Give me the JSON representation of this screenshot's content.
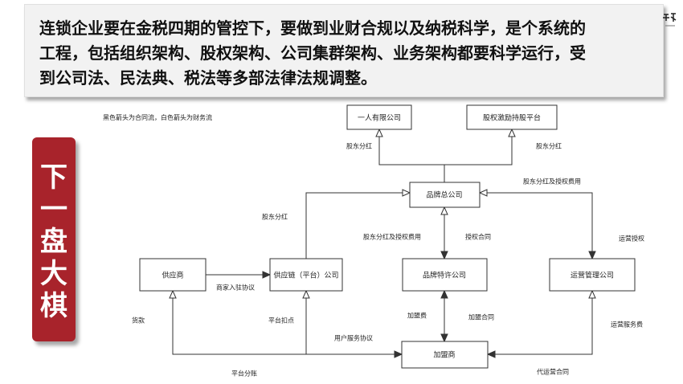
{
  "header": {
    "lines": [
      "连锁企业要在金税四期的管控下，要做到业财合规以及纳税科学，是个系统的",
      "工程，包括组织架构、股权架构、公司集群架构、业务架构都要科学运行，受",
      "到公司法、民法典、税法等多部法律法规调整。"
    ]
  },
  "banner": {
    "chars": [
      "下",
      "一",
      "盘",
      "大",
      "棋"
    ]
  },
  "diagram": {
    "note": "黑色箭头为合同流，白色箭头为财务流",
    "nodes": {
      "one_person_company": "一人有限公司",
      "equity_platform": "股权激励持股平台",
      "brand_hq": "品牌总公司",
      "supplier": "供应商",
      "supply_chain": "供应链（平台）公司",
      "franchise_co": "品牌特许公司",
      "ops_mgmt": "运营管理公司",
      "franchisee": "加盟商"
    },
    "edges": {
      "dividend_left": "股东分红",
      "dividend_right": "股东分红",
      "dividend_license_right": "股东分红及授权费用",
      "dividend_sc": "股东分红",
      "dividend_license_mid": "股东分红及授权费用",
      "license_contract": "授权合同",
      "ops_license": "运营授权",
      "merchant_agreement": "商家入驻协议",
      "payment": "货款",
      "platform_commission": "平台扣点",
      "user_service": "用户服务协议",
      "franchise_fee": "加盟费",
      "franchise_contract": "加盟合同",
      "ops_service_fee": "运营服务费",
      "platform_split": "平台分账",
      "ops_contract": "代运营合同"
    }
  }
}
